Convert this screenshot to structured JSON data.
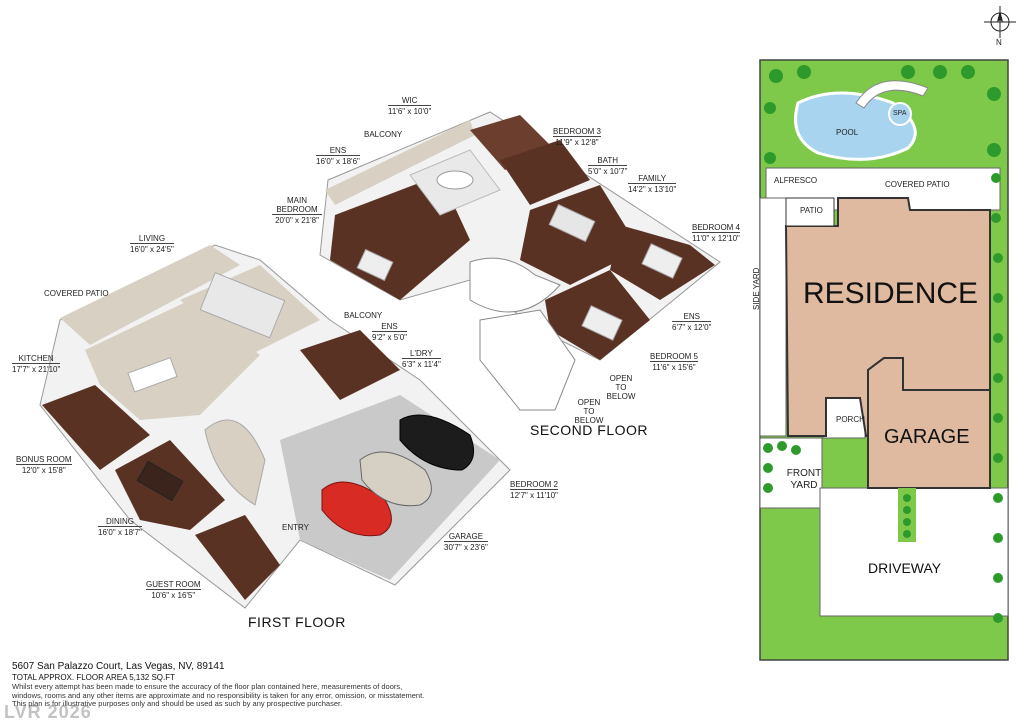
{
  "compass": {
    "north": "N"
  },
  "floors": {
    "first": "FIRST FLOOR",
    "second": "SECOND FLOOR"
  },
  "rooms": {
    "wic": {
      "name": "WIC",
      "dims": "11'6\" x 10'0\""
    },
    "balcony_top": {
      "name": "BALCONY"
    },
    "ens_main": {
      "name": "ENS",
      "dims": "16'0\" x 18'6\""
    },
    "bedroom3": {
      "name": "BEDROOM 3",
      "dims": "11'9\" x 12'8\""
    },
    "bath": {
      "name": "BATH",
      "dims": "5'0\" x 10'7\""
    },
    "family": {
      "name": "FAMILY",
      "dims": "14'2\" x 13'10\""
    },
    "main_bedroom": {
      "name": "MAIN BEDROOM",
      "dims": "20'0\" x 21'8\""
    },
    "bedroom4": {
      "name": "BEDROOM 4",
      "dims": "11'0\" x 12'10\""
    },
    "living": {
      "name": "LIVING",
      "dims": "16'0\" x 24'5\""
    },
    "covered_patio": {
      "name": "COVERED PATIO"
    },
    "balcony_mid": {
      "name": "BALCONY"
    },
    "ens_mid": {
      "name": "ENS",
      "dims": "9'2\" x 5'0\""
    },
    "ldry": {
      "name": "L'DRY",
      "dims": "6'3\" x 11'4\""
    },
    "ens_b4": {
      "name": "ENS",
      "dims": "6'7\" x 12'0\""
    },
    "bedroom5": {
      "name": "BEDROOM 5",
      "dims": "11'6\" x 15'6\""
    },
    "kitchen": {
      "name": "KITCHEN",
      "dims": "17'7\" x 21'10\""
    },
    "open1": {
      "name": "OPEN TO BELOW"
    },
    "open2": {
      "name": "OPEN TO BELOW"
    },
    "bonus": {
      "name": "BONUS ROOM",
      "dims": "12'0\" x 15'8\""
    },
    "bedroom2": {
      "name": "BEDROOM 2",
      "dims": "12'7\" x 11'10\""
    },
    "dining": {
      "name": "DINING",
      "dims": "16'0\" x 18'7\""
    },
    "entry": {
      "name": "ENTRY"
    },
    "garage_room": {
      "name": "GARAGE",
      "dims": "30'7\" x 23'6\""
    },
    "guest": {
      "name": "GUEST ROOM",
      "dims": "10'6\" x 16'5\""
    }
  },
  "site": {
    "pool": "POOL",
    "spa": "SPA",
    "alfresco": "ALFRESCO",
    "covered_patio": "COVERED PATIO",
    "patio": "PATIO",
    "side_yard": "SIDE YARD",
    "residence": "RESIDENCE",
    "porch": "PORCH",
    "garage": "GARAGE",
    "front_yard": "FRONT YARD",
    "driveway": "DRIVEWAY"
  },
  "colors": {
    "residence": "#dfb9a0",
    "lawn": "#7fc94a",
    "tree": "#2e9a2c",
    "pool": "#a9d4ef",
    "floor_wood": "#5a3224",
    "floor_tile": "#d8d0c2",
    "garage_floor": "#c9c9c9"
  },
  "footer": {
    "address": "5607 San Palazzo Court, Las Vegas, NV, 89141",
    "area": "TOTAL APPROX. FLOOR AREA 5,132 SQ.FT",
    "disclaimer1": "Whilst every attempt has been made to ensure the accuracy of the floor plan contained here, measurements of doors,",
    "disclaimer2": "windows, rooms and any other items are approximate and no responsibility is taken for any error, omission, or misstatement.",
    "disclaimer3": "This plan is for illustrative purposes only and should be used as such by any prospective purchaser."
  },
  "watermark": "LVR 2026"
}
